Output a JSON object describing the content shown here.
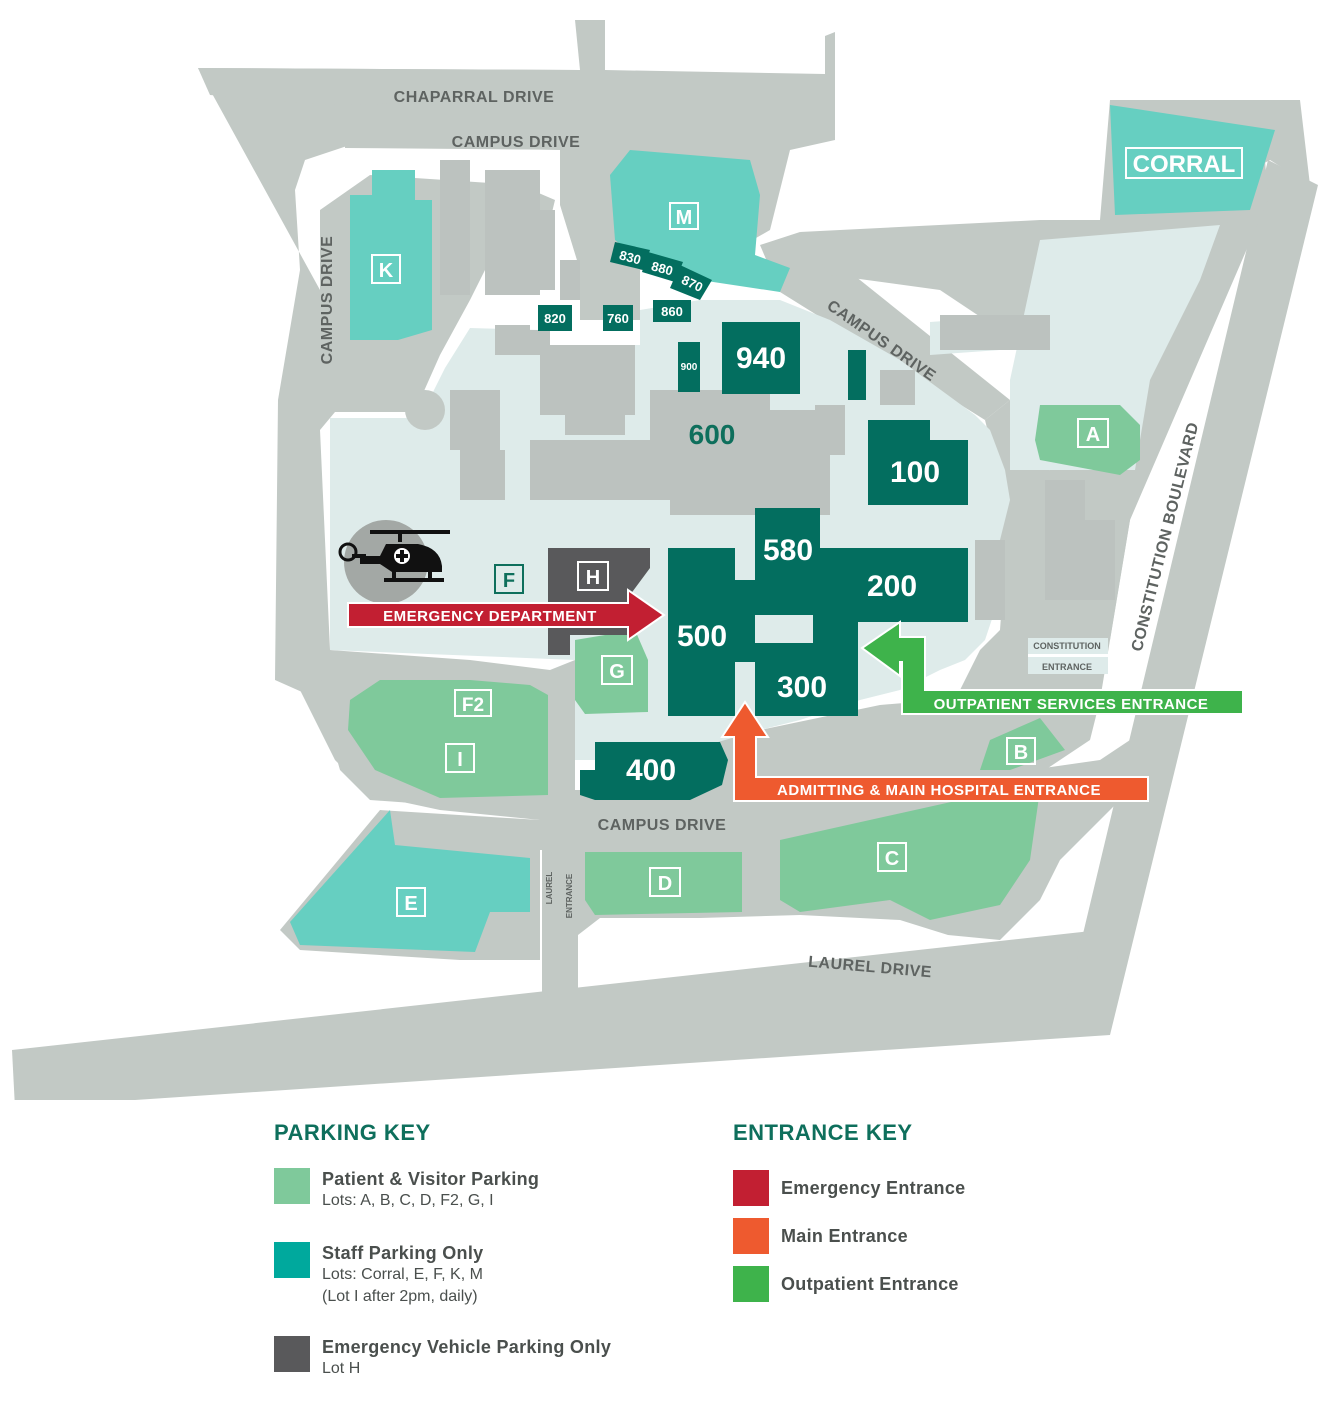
{
  "colors": {
    "road": "#c2c9c5",
    "campus": "#deebea",
    "gray_building": "#bcc2bf",
    "hospital": "#036e5f",
    "visitor_lot": "#7fc99b",
    "staff_lot": "#66cfc1",
    "emergency_lot": "#59595b",
    "emergency_arrow": "#c21f32",
    "main_arrow": "#ee5a2f",
    "outpatient_arrow": "#3eb34b",
    "heading": "#0e6f5c"
  },
  "roads": {
    "chaparral": "CHAPARRAL DRIVE",
    "campus_top": "CAMPUS DRIVE",
    "campus_left": "CAMPUS DRIVE",
    "campus_right": "CAMPUS DRIVE",
    "campus_bottom": "CAMPUS DRIVE",
    "constitution_blvd": "CONSTITUTION BOULEVARD",
    "laurel": "LAUREL DRIVE",
    "laurel_entrance_1": "LAUREL",
    "laurel_entrance_2": "ENTRANCE",
    "constitution_entrance_1": "CONSTITUTION",
    "constitution_entrance_2": "ENTRANCE"
  },
  "buildings": {
    "b100": "100",
    "b200": "200",
    "b300": "300",
    "b400": "400",
    "b500": "500",
    "b580": "580",
    "b600": "600",
    "b940": "940",
    "b900": "900",
    "b820": "820",
    "b760": "760",
    "b860": "860",
    "b830": "830",
    "b880": "880",
    "b870": "870"
  },
  "lots": {
    "corral": "CORRAL",
    "M": "M",
    "K": "K",
    "A": "A",
    "F": "F",
    "H": "H",
    "G": "G",
    "F2": "F2",
    "I": "I",
    "B": "B",
    "C": "C",
    "D": "D",
    "E": "E"
  },
  "helipad_icon": "helicopter-icon",
  "entrances": {
    "emergency": "EMERGENCY DEPARTMENT",
    "outpatient": "OUTPATIENT SERVICES ENTRANCE",
    "main": "ADMITTING & MAIN HOSPITAL ENTRANCE"
  },
  "parking_key": {
    "title": "PARKING KEY",
    "items": [
      {
        "title": "Patient & Visitor Parking",
        "sub": "Lots: A, B, C, D, F2, G, I",
        "sub2": ""
      },
      {
        "title": "Staff Parking Only",
        "sub": "Lots: Corral, E, F, K, M",
        "sub2": "(Lot I after 2pm, daily)"
      },
      {
        "title": "Emergency Vehicle Parking Only",
        "sub": "Lot H",
        "sub2": ""
      }
    ]
  },
  "entrance_key": {
    "title": "ENTRANCE KEY",
    "items": [
      {
        "title": "Emergency Entrance"
      },
      {
        "title": "Main Entrance"
      },
      {
        "title": "Outpatient Entrance"
      }
    ]
  }
}
